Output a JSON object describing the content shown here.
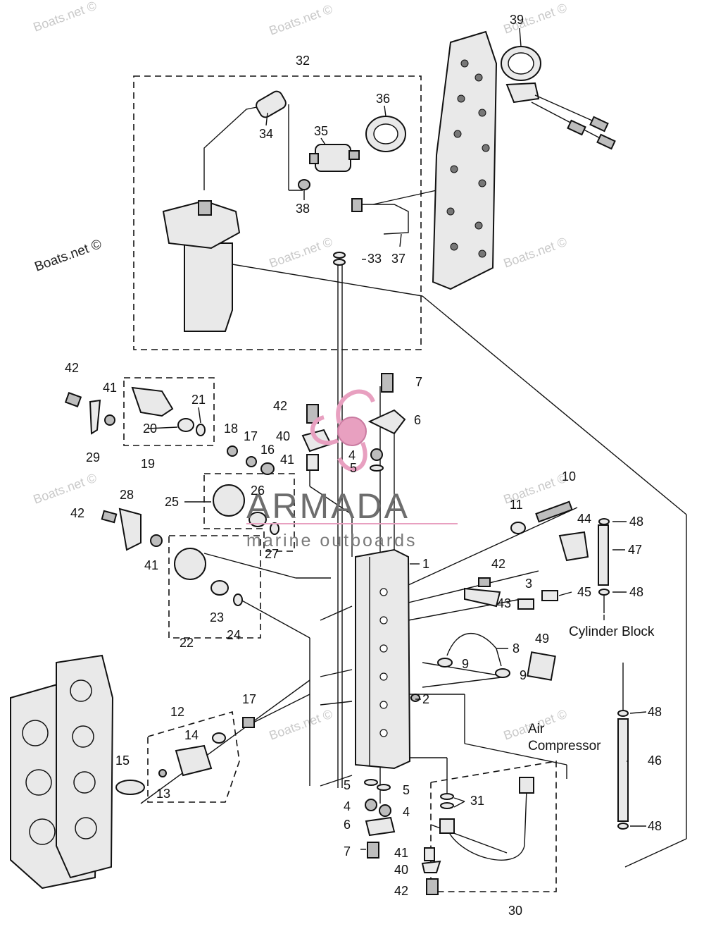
{
  "watermarks": {
    "text": "Boats.net ©",
    "main": "Boats.net ©"
  },
  "brand": {
    "name": "ARMADA",
    "tagline": "marine outboards",
    "color": "#e8a0c0"
  },
  "labels": {
    "cylinder_block": "Cylinder Block",
    "air": "Air",
    "compressor": "Compressor"
  },
  "callouts": [
    "1",
    "2",
    "3",
    "4",
    "5",
    "6",
    "7",
    "8",
    "9",
    "10",
    "11",
    "12",
    "13",
    "14",
    "15",
    "16",
    "17",
    "18",
    "19",
    "20",
    "21",
    "22",
    "23",
    "24",
    "25",
    "26",
    "27",
    "28",
    "29",
    "30",
    "31",
    "32",
    "33",
    "34",
    "35",
    "36",
    "37",
    "38",
    "39",
    "40",
    "41",
    "42",
    "43",
    "44",
    "45",
    "46",
    "47",
    "48",
    "49"
  ]
}
